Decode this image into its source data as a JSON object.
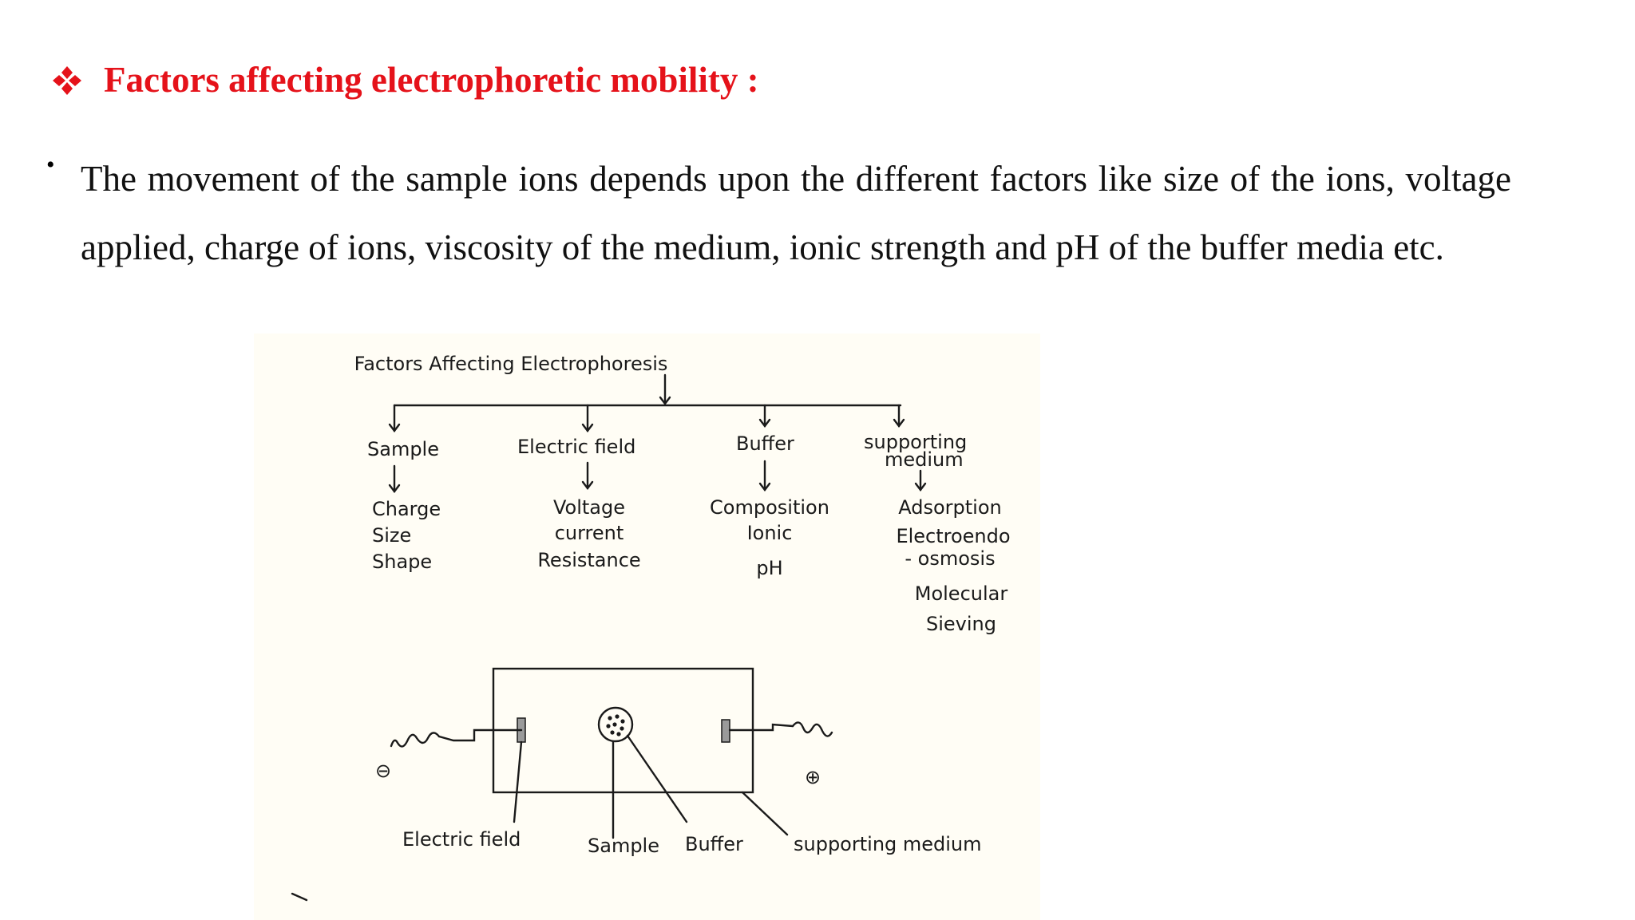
{
  "heading": {
    "icon": "four-diamond-bullet-icon",
    "icon_color": "#e5121a",
    "text": "Factors affecting electrophoretic mobility :"
  },
  "paragraph": {
    "bullet": "•",
    "text": "The movement of the sample ions depends upon the different factors like size of the ions, voltage applied, charge of ions, viscosity of the medium, ionic strength and pH of the buffer media etc."
  },
  "diagram": {
    "title": "Factors Affecting Electrophoresis",
    "branches": [
      {
        "label": "Sample",
        "items": [
          "Charge",
          "Size",
          "Shape"
        ]
      },
      {
        "label": "Electric field",
        "items": [
          "Voltage",
          "current",
          "Resistance"
        ]
      },
      {
        "label": "Buffer",
        "items": [
          "Composition",
          "Ionic",
          "pH"
        ]
      },
      {
        "label": [
          "supporting",
          "medium"
        ],
        "items": [
          "Adsorption",
          "Electroendo",
          "- osmosis",
          "Molecular",
          "Sieving"
        ]
      }
    ],
    "apparatus_labels": {
      "electric_field": "Electric field",
      "sample": "Sample",
      "buffer": "Buffer",
      "supporting_medium": "supporting medium",
      "negative": "⊖",
      "positive": "⊕"
    }
  }
}
